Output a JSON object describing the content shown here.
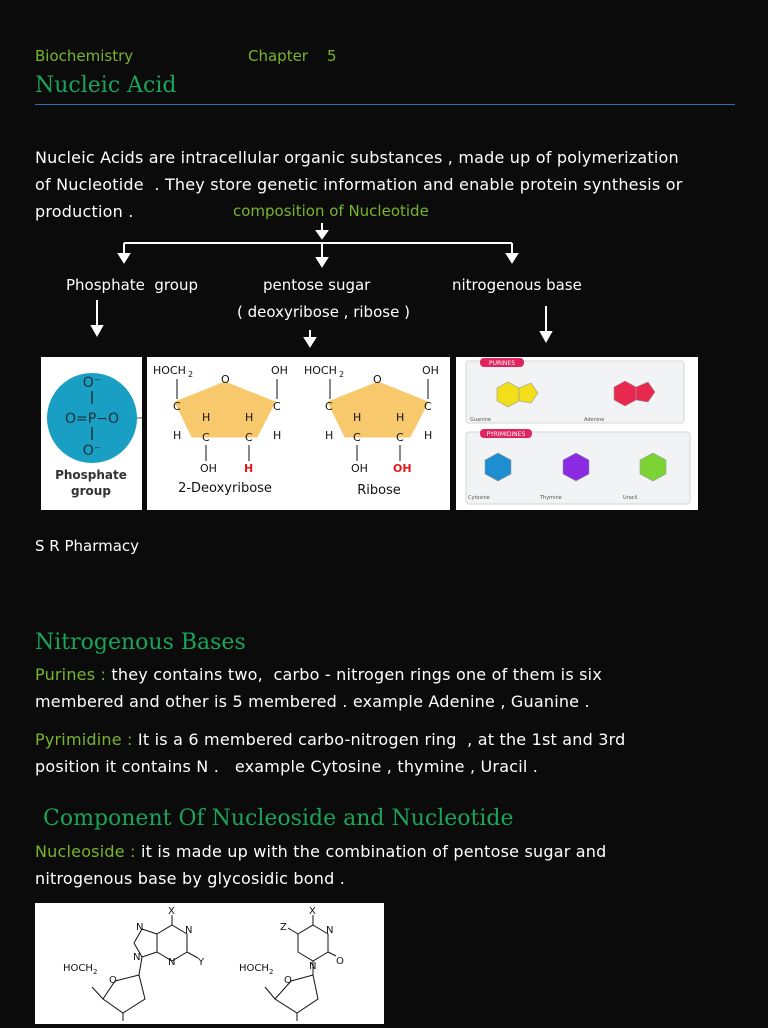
{
  "header": {
    "subject": "Biochemistry",
    "chapter": "Chapter    5",
    "title": "Nucleic Acid"
  },
  "intro": {
    "line1": "Nucleic Acids are intracellular organic substances , made up of polymerization",
    "line2": "of Nucleotide  . They store genetic information and enable protein synthesis or",
    "line3": "production ."
  },
  "composition": {
    "label": "composition of Nucleotide",
    "phosphate": "Phosphate  group",
    "pentose": "pentose sugar",
    "pentose_detail": "( deoxyribose , ribose )",
    "base": "nitrogenous base"
  },
  "figure": {
    "phosphate": {
      "o_top": "O⁻",
      "o_left": "O=P−O",
      "o_bottom": "O⁻",
      "caption_line1": "Phosphate",
      "caption_line2": "group"
    },
    "sugars": {
      "hoch2": "HOCH",
      "sub2": "2",
      "o": "O",
      "oh": "OH",
      "c": "C",
      "h": "H",
      "deoxy_name": "2-Deoxyribose",
      "ribose_name": "Ribose",
      "red_h": "H",
      "red_oh": "OH"
    },
    "bases": {
      "purines": "PURINES",
      "pyrimidines": "PYRIMIDINES",
      "guanine": "Guanine",
      "adenine": "Adenine",
      "cytosine": "Cytosine",
      "thymine": "Thymine",
      "uracil": "Uracil"
    }
  },
  "credit": "S R Pharmacy",
  "bases_section": {
    "title": "Nitrogenous Bases",
    "purines_label": "Purines :",
    "purines_text1": " they contains two,  carbo - nitrogen rings one of them is six",
    "purines_text2": "membered and other is 5 membered . example Adenine , Guanine .",
    "pyr_label": "Pyrimidine :",
    "pyr_text1": " It is a 6 membered carbo-nitrogen ring  , at the 1st and 3rd",
    "pyr_text2": "position it contains N .   example Cytosine , thymine , Uracil ."
  },
  "component_section": {
    "title": "Component Of Nucleoside and Nucleotide",
    "nucleoside_label": "Nucleoside :",
    "nucleoside_text1": " it is made up with the combination of pentose sugar and",
    "nucleoside_text2": "nitrogenous base by glycosidic bond ."
  },
  "nucleoside_figure": {
    "x": "X",
    "y": "Y",
    "z": "Z",
    "n": "N",
    "o": "O",
    "hoch2": "HOCH"
  },
  "colors": {
    "background": "#0b0b0b",
    "accent_green": "#77b52a",
    "title_teal": "#1aa35a",
    "rule_blue": "#2f6fb0",
    "phosphate_circle": "#1a9fc4",
    "sugar_ring": "#f7c96c",
    "red": "#e01b1b",
    "purine_tag": "#e0245e"
  }
}
